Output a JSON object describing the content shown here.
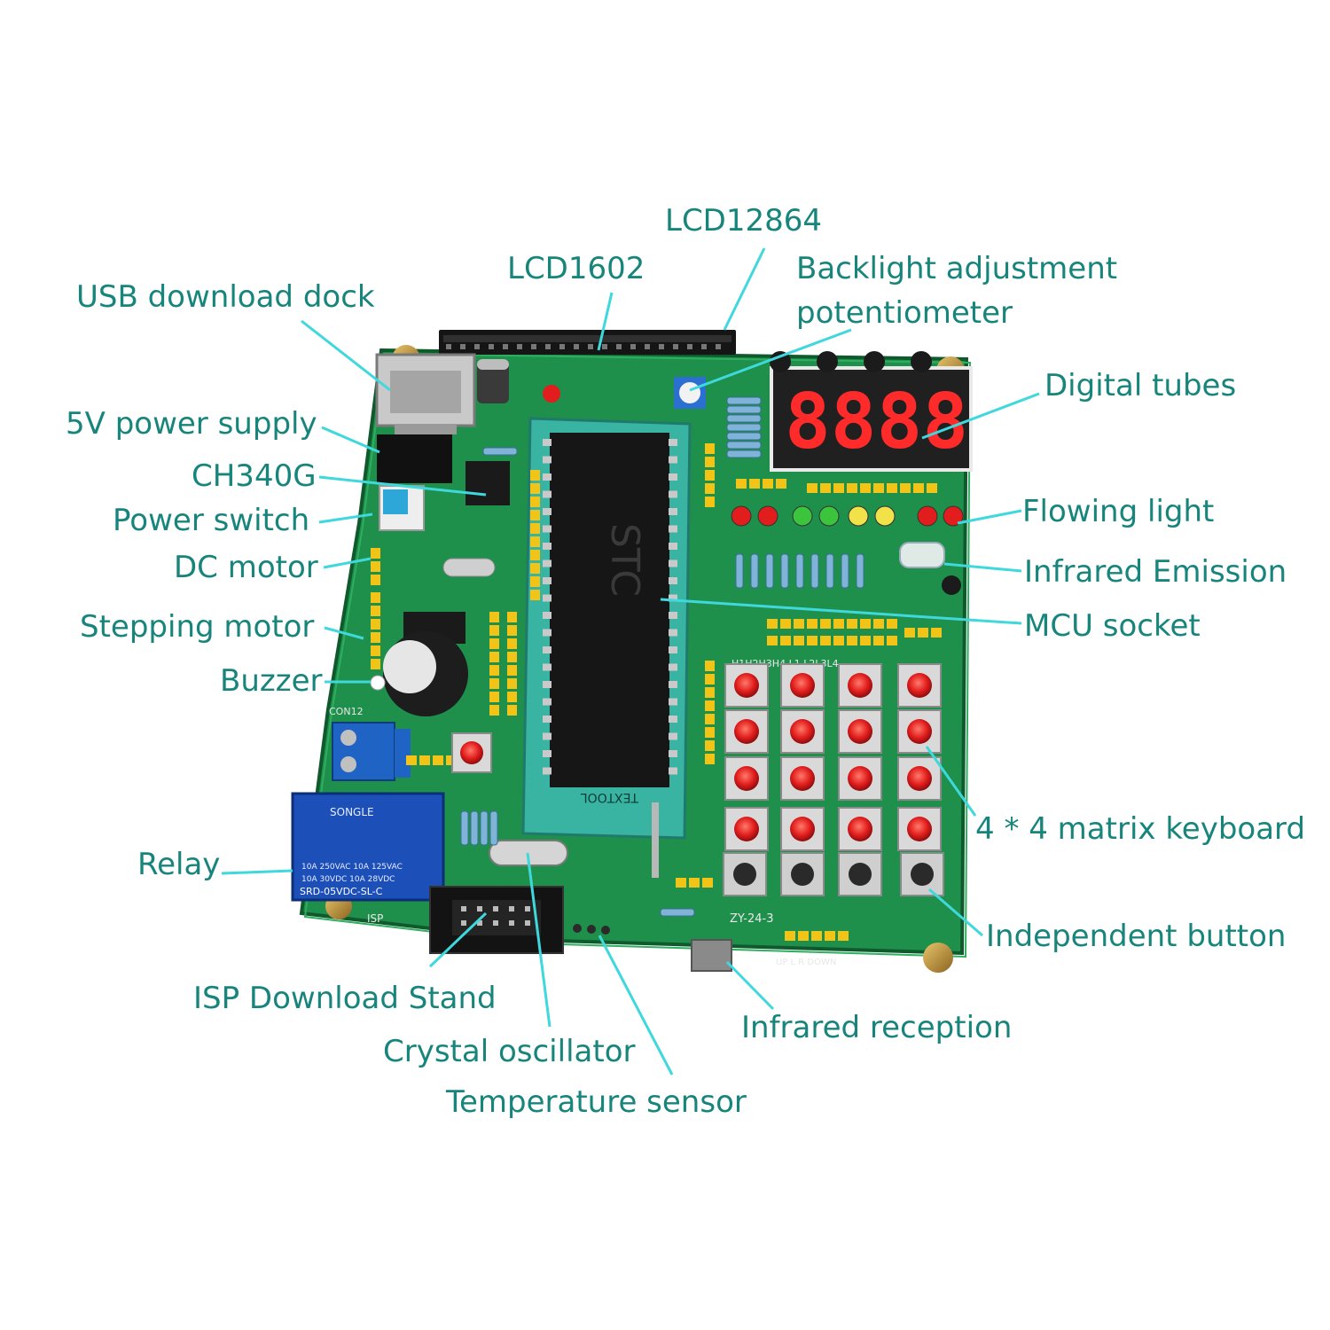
{
  "labels": {
    "lcd12864": "LCD12864",
    "lcd1602": "LCD1602",
    "backlight_line1": "Backlight adjustment",
    "backlight_line2": "potentiometer",
    "usb_download_dock": "USB download dock",
    "digital_tubes": "Digital tubes",
    "power_supply_5v": "5V power supply",
    "ch340g": "CH340G",
    "power_switch": "Power switch",
    "flowing_light": "Flowing light",
    "dc_motor": "DC motor",
    "infrared_emission": "Infrared Emission",
    "stepping_motor": "Stepping motor",
    "mcu_socket": "MCU socket",
    "buzzer": "Buzzer",
    "matrix_keyboard": "4 * 4 matrix keyboard",
    "relay": "Relay",
    "independent_button": "Independent button",
    "isp_download_stand": "ISP Download Stand",
    "infrared_reception": "Infrared reception",
    "crystal_oscillator": "Crystal oscillator",
    "temperature_sensor": "Temperature sensor"
  },
  "board": {
    "mcu_chip_text": "STC",
    "socket_text": "TEXTOOL",
    "model_text": "ZY-24-3",
    "relay_brand": "SONGLE",
    "relay_model": "SRD-05VDC-SL-C",
    "relay_rating_1": "10A 250VAC  10A 125VAC",
    "relay_rating_2": "10A 30VDC   10A 28VDC",
    "isp_text": "ISP",
    "con_text": "CON12",
    "dir_labels": "UP  L  R  DOWN",
    "key_header": "H1H2H3H4 L1 L2L3L4",
    "digits": [
      "8",
      "8",
      "8",
      "8"
    ]
  },
  "colors": {
    "callout_text": "#17857c",
    "leader_line": "#3fd8dc",
    "pcb_green": "#1f8f4c",
    "pcb_dark": "#166b37",
    "socket_teal": "#39b3a2",
    "header_yellow": "#f2c417",
    "button_red": "#e21d1d",
    "digit_red": "#ff2a2a"
  }
}
